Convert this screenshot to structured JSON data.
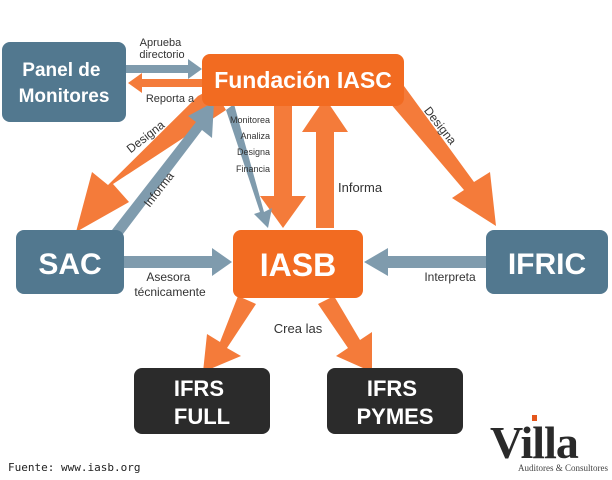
{
  "colors": {
    "orange": "#f26b21",
    "orange_arrow": "#f47b3a",
    "slate": "#52788f",
    "slate_arrow": "#7f9bad",
    "dark": "#2b2b2b",
    "logo_accent": "#e4561c"
  },
  "nodes": {
    "panel": "Panel de\nMonitores",
    "fundacion": "Fundación IASC",
    "sac": "SAC",
    "iasb": "IASB",
    "ifric": "IFRIC",
    "ifrs_full": "IFRS\nFULL",
    "ifrs_pymes": "IFRS\nPYMES"
  },
  "labels": {
    "aprueba_directorio": "Aprueba\ndirectorio",
    "reporta_a": "Reporta a",
    "designa_left": "Designa",
    "designa_right": "Designa",
    "informa_sac": "Informa",
    "informa_iasb": "Informa",
    "monitorea": "Monitorea",
    "analiza": "Analiza",
    "designa_small": "Designa",
    "financia": "Financia",
    "asesora": "Asesora\ntécnicamente",
    "interpreta": "Interpreta",
    "crea_las": "Crea las"
  },
  "logo": {
    "name": "Villa",
    "subtitle": "Auditores & Consultores"
  },
  "source": "Fuente: www.iasb.org"
}
